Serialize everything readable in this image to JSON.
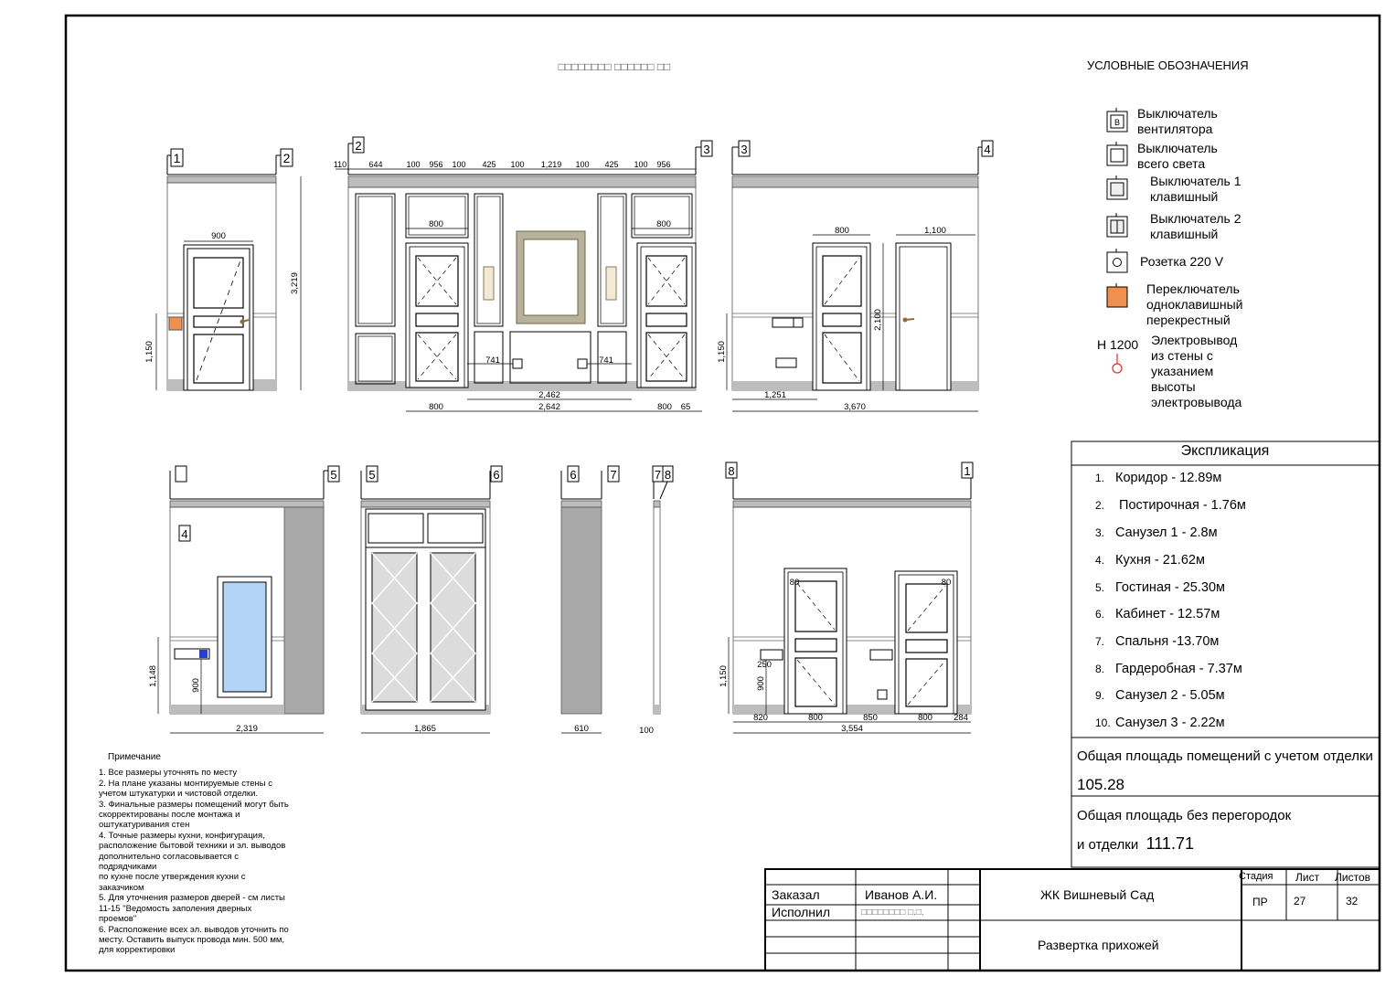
{
  "sheet_header": "□□□□□□□□ □□□□□□ □□",
  "elevations": {
    "wall_1_2": {
      "markers": [
        "1",
        "2"
      ],
      "dims": [
        "900",
        "1,150",
        "3,219"
      ]
    },
    "wall_2_3": {
      "markers": [
        "2",
        "3"
      ],
      "top_dims": [
        "110",
        "644",
        "100",
        "956",
        "100",
        "425",
        "100",
        "1,219",
        "100",
        "425",
        "100",
        "956"
      ],
      "dims": [
        "800",
        "800",
        "741",
        "741",
        "2,462",
        "800",
        "2,642",
        "800",
        "65"
      ]
    },
    "wall_3_4": {
      "markers": [
        "3",
        "4"
      ],
      "dims": [
        "800",
        "1,100",
        "2,100",
        "1,150",
        "1,251",
        "3,670"
      ]
    },
    "wall_4_5": {
      "markers": [
        "4",
        "5"
      ],
      "dims": [
        "1,148",
        "900",
        "2,319"
      ]
    },
    "wall_5_6": {
      "markers": [
        "5",
        "6"
      ],
      "dims": [
        "1,865"
      ]
    },
    "wall_6_7": {
      "markers": [
        "6",
        "7"
      ],
      "dims": [
        "610"
      ]
    },
    "wall_7_8": {
      "markers": [
        "7",
        "8"
      ],
      "dims": [
        "100"
      ]
    },
    "wall_8_1": {
      "markers": [
        "8",
        "1"
      ],
      "dims": [
        "80",
        "80",
        "250",
        "900",
        "1,150",
        "820",
        "800",
        "850",
        "800",
        "284",
        "3,554"
      ]
    }
  },
  "legend": {
    "title": "УСЛОВНЫЕ ОБОЗНАЧЕНИЯ",
    "items": [
      {
        "icon": "fan-switch-icon",
        "label": "Выключатель\nвентилятора"
      },
      {
        "icon": "master-switch-icon",
        "label": "Выключатель\nвсего света"
      },
      {
        "icon": "single-switch-icon",
        "label": "Выключатель 1\nклавишный"
      },
      {
        "icon": "double-switch-icon",
        "label": "Выключатель 2\nклавишный"
      },
      {
        "icon": "socket-icon",
        "label": "Розетка 220 V"
      },
      {
        "icon": "cross-switch-icon",
        "label": "Переключатель\nодноклавишный\nперекрестный"
      },
      {
        "icon": "wall-outlet-icon",
        "label": "Электровывод\nиз стены с\nуказанием\nвысоты\nэлектровывода"
      }
    ],
    "height_label": "H 1200"
  },
  "explication": {
    "title": "Экспликация",
    "rows": [
      {
        "num": "1.",
        "text": "Коридор -  12.89м"
      },
      {
        "num": "2.",
        "text": " Постирочная - 1.76м"
      },
      {
        "num": "3.",
        "text": "Санузел 1 - 2.8м"
      },
      {
        "num": "4.",
        "text": "Кухня - 21.62м"
      },
      {
        "num": "5.",
        "text": "Гостиная - 25.30м"
      },
      {
        "num": "6.",
        "text": "Кабинет - 12.57м"
      },
      {
        "num": "7.",
        "text": "Спальня -13.70м"
      },
      {
        "num": "8.",
        "text": "Гардеробная - 7.37м"
      },
      {
        "num": "9.",
        "text": "Санузел 2 - 5.05м"
      },
      {
        "num": "10.",
        "text": "Санузел 3 - 2.22м"
      }
    ],
    "total_label": "Общая площадь помещений с учетом отделки",
    "total_value": "105.28",
    "net_label_1": "Общая площадь без перегородок",
    "net_label_2": "и отделки",
    "net_value": "111.71"
  },
  "notes": {
    "title": "Примечание",
    "lines": [
      "1. Все размеры уточнять по месту",
      "2. На плане указаны монтируемые стены с учетом штукатурки и чистовой отделки.",
      "3. Финальные размеры помещений могут быть скорректированы после монтажа и оштукатуривания стен",
      "4. Точные размеры кухни, конфигурация, расположение бытовой техники и эл. выводов",
      "дополнительно согласовывается с подрядчиками",
      "по кухне после утверждения кухни с заказчиком",
      "5. Для уточнения размеров дверей - см листы 11-15 \"Ведомость заполения дверных проемов\"",
      "6. Расположение всех эл. выводов уточнить по месту. Оставить выпуск провода мин. 500 мм, для корректировки"
    ]
  },
  "title_block": {
    "ordered_label": "Заказал",
    "ordered_value": "Иванов А.И.",
    "executed_label": "Исполнил",
    "executed_value": "□□□□□□□□ □.□.",
    "project": "ЖК Вишневый Сад",
    "sheet_title": "Развертка прихожей",
    "stage_label": "Стадия",
    "stage_value": "ПР",
    "sheet_label": "Лист",
    "sheet_value": "27",
    "sheets_label": "Листов",
    "sheets_value": "32"
  }
}
